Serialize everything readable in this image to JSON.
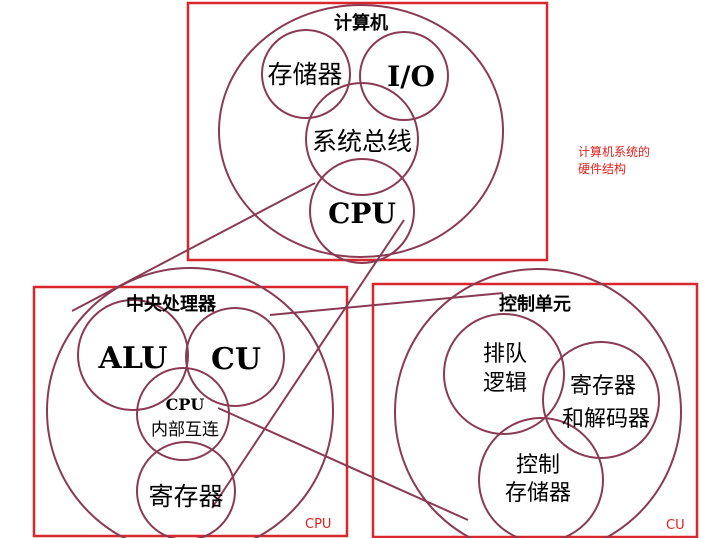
{
  "computer": {
    "title": "计算机",
    "memory": "存储器",
    "io": "I/O",
    "bus": "系统总线",
    "cpu": "CPU"
  },
  "side_note": [
    "计算机系统的",
    "硬件结构"
  ],
  "cpu_box": {
    "title": "中央处理器",
    "alu": "ALU",
    "cu": "CU",
    "interconnect": [
      "CPU",
      "内部互连"
    ],
    "registers": "寄存器",
    "tag": "CPU"
  },
  "cu_box": {
    "title": "控制单元",
    "sequencing": [
      "排队",
      "逻辑"
    ],
    "reg_decoder": [
      "寄存器",
      "和解码器"
    ],
    "control_memory": [
      "控制",
      "存储器"
    ],
    "tag": "CU"
  },
  "colors": {
    "frame": "#d9272e",
    "circle": "#8a3a52"
  }
}
